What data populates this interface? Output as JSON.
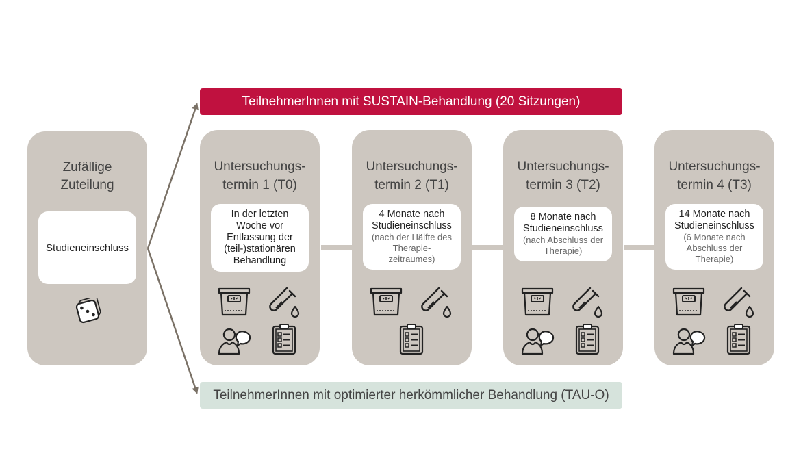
{
  "randomization": {
    "title_line1": "Zufällige",
    "title_line2": "Zuteilung",
    "box_label": "Studieneinschluss",
    "icon": "dice-icon"
  },
  "arms": {
    "sustain_label": "TeilnehmerInnen mit SUSTAIN-Behandlung (20 Sitzungen)",
    "tau_label": "TeilnehmerInnen mit optimierter herkömmlicher Behandlung (TAU-O)"
  },
  "timepoints": [
    {
      "title_line1": "Untersuchungs-",
      "title_line2": "termin 1 (T0)",
      "main_lines": [
        "In der letzten",
        "Woche vor",
        "Entlassung der",
        "(teil-)stationären",
        "Behandlung"
      ],
      "sub_lines": [],
      "icons": [
        "scale-icon",
        "test-tube-icon",
        "interview-icon",
        "questionnaire-icon"
      ]
    },
    {
      "title_line1": "Untersuchungs-",
      "title_line2": "termin 2 (T1)",
      "main_lines": [
        "4 Monate nach",
        "Studieneinschluss"
      ],
      "sub_lines": [
        "(nach der Hälfte des",
        "Therapie-",
        "zeitraumes)"
      ],
      "icons": [
        "scale-icon",
        "test-tube-icon",
        "questionnaire-icon"
      ]
    },
    {
      "title_line1": "Untersuchungs-",
      "title_line2": "termin 3 (T2)",
      "main_lines": [
        "8 Monate nach",
        "Studieneinschluss"
      ],
      "sub_lines": [
        "(nach Abschluss der",
        "Therapie)"
      ],
      "icons": [
        "scale-icon",
        "test-tube-icon",
        "interview-icon",
        "questionnaire-icon"
      ]
    },
    {
      "title_line1": "Untersuchungs-",
      "title_line2": "termin 4 (T3)",
      "main_lines": [
        "14 Monate nach",
        "Studieneinschluss"
      ],
      "sub_lines": [
        "(6 Monate nach",
        "Abschluss der",
        "Therapie)"
      ],
      "icons": [
        "scale-icon",
        "test-tube-icon",
        "interview-icon",
        "questionnaire-icon"
      ]
    }
  ],
  "colors": {
    "card": "#cdc7c0",
    "sustain": "#c0113f",
    "tau": "#d6e3dc",
    "arrow": "#7a7166"
  }
}
